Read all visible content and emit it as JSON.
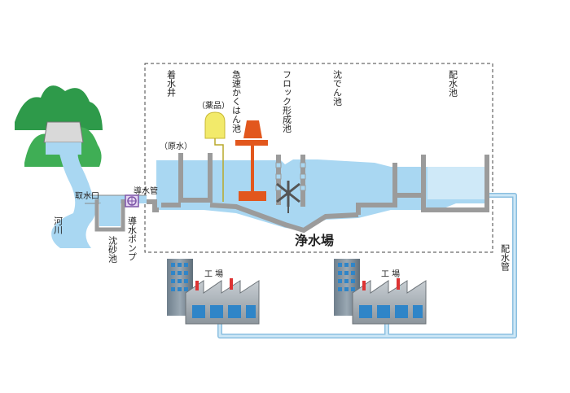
{
  "labels": {
    "intake": "取水口",
    "river": "河川",
    "sand_basin": "沈砂池",
    "conveyance_pipe": "導水管",
    "conveyance_pump": "導水ポンプ",
    "receiving_well": "着水井",
    "raw_water": "（原水）",
    "chemicals": "（薬品）",
    "rapid_mix": "急速かくはん池",
    "floc": "フロック形成池",
    "sedimentation": "沈でん池",
    "distribution_reservoir": "配水池",
    "plant": "浄水場",
    "distribution_pipe": "配水管",
    "factory_1": "工 場",
    "factory_2": "工 場"
  },
  "colors": {
    "water": "#a9d7f2",
    "wall": "#9b9b9b",
    "pipe": "#a9d7f2",
    "mountain": "#2e9a4a",
    "chemical_tank": "#f2ea6a",
    "mixer": "#e2571d",
    "building": "#3a78b8"
  }
}
